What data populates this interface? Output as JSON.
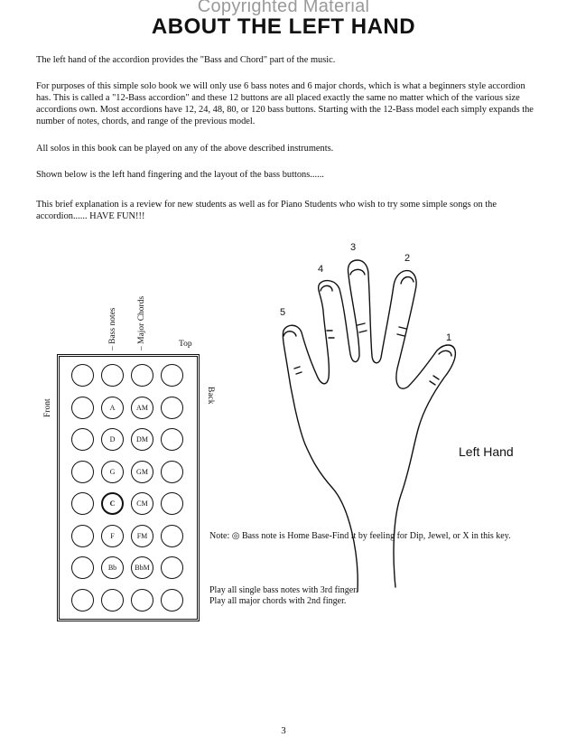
{
  "watermark": "Copyrighted Material",
  "title": "ABOUT THE LEFT HAND",
  "paragraphs": [
    "The left hand of the accordion provides the \"Bass and Chord\" part of the music.",
    "For purposes of this simple solo book we will only use 6 bass notes and 6 major chords, which is what a beginners style accordion has. This is called a \"12-Bass accordion\" and these 12 buttons are all placed exactly the same no matter which of the various size accordions own. Most accordions have 12, 24, 48, 80, or 120 bass buttons. Starting with the 12-Bass model each simply expands the number of notes, chords, and range of the previous model.",
    "All solos in this book can be played on any of the above described instruments.",
    "Shown below is the left hand fingering and the layout of the bass buttons......",
    "This brief explanation is a review for new students as well as for Piano Students who wish to try some simple songs on the accordion...... HAVE FUN!!!"
  ],
  "diagram": {
    "col_labels": [
      "Bass notes",
      "Major Chords"
    ],
    "top_label": "Top",
    "front_label": "Front",
    "back_label": "Back",
    "rows": [
      [
        "",
        "",
        "",
        ""
      ],
      [
        "",
        "A",
        "AM",
        ""
      ],
      [
        "",
        "D",
        "DM",
        ""
      ],
      [
        "",
        "G",
        "GM",
        ""
      ],
      [
        "",
        "C",
        "CM",
        ""
      ],
      [
        "",
        "F",
        "FM",
        ""
      ],
      [
        "",
        "Bb",
        "BbM",
        ""
      ],
      [
        "",
        "",
        "",
        ""
      ]
    ]
  },
  "hand": {
    "label": "Left Hand",
    "finger_numbers": [
      "1",
      "2",
      "3",
      "4",
      "5"
    ]
  },
  "notes": {
    "home_note": "Note: ◎ Bass note is Home Base-Find it by feeling for Dip, Jewel, or X in this key.",
    "line1": "Play all single bass notes with 3rd finger.",
    "line2": "Play all major chords with 2nd finger."
  },
  "page_number": "3"
}
